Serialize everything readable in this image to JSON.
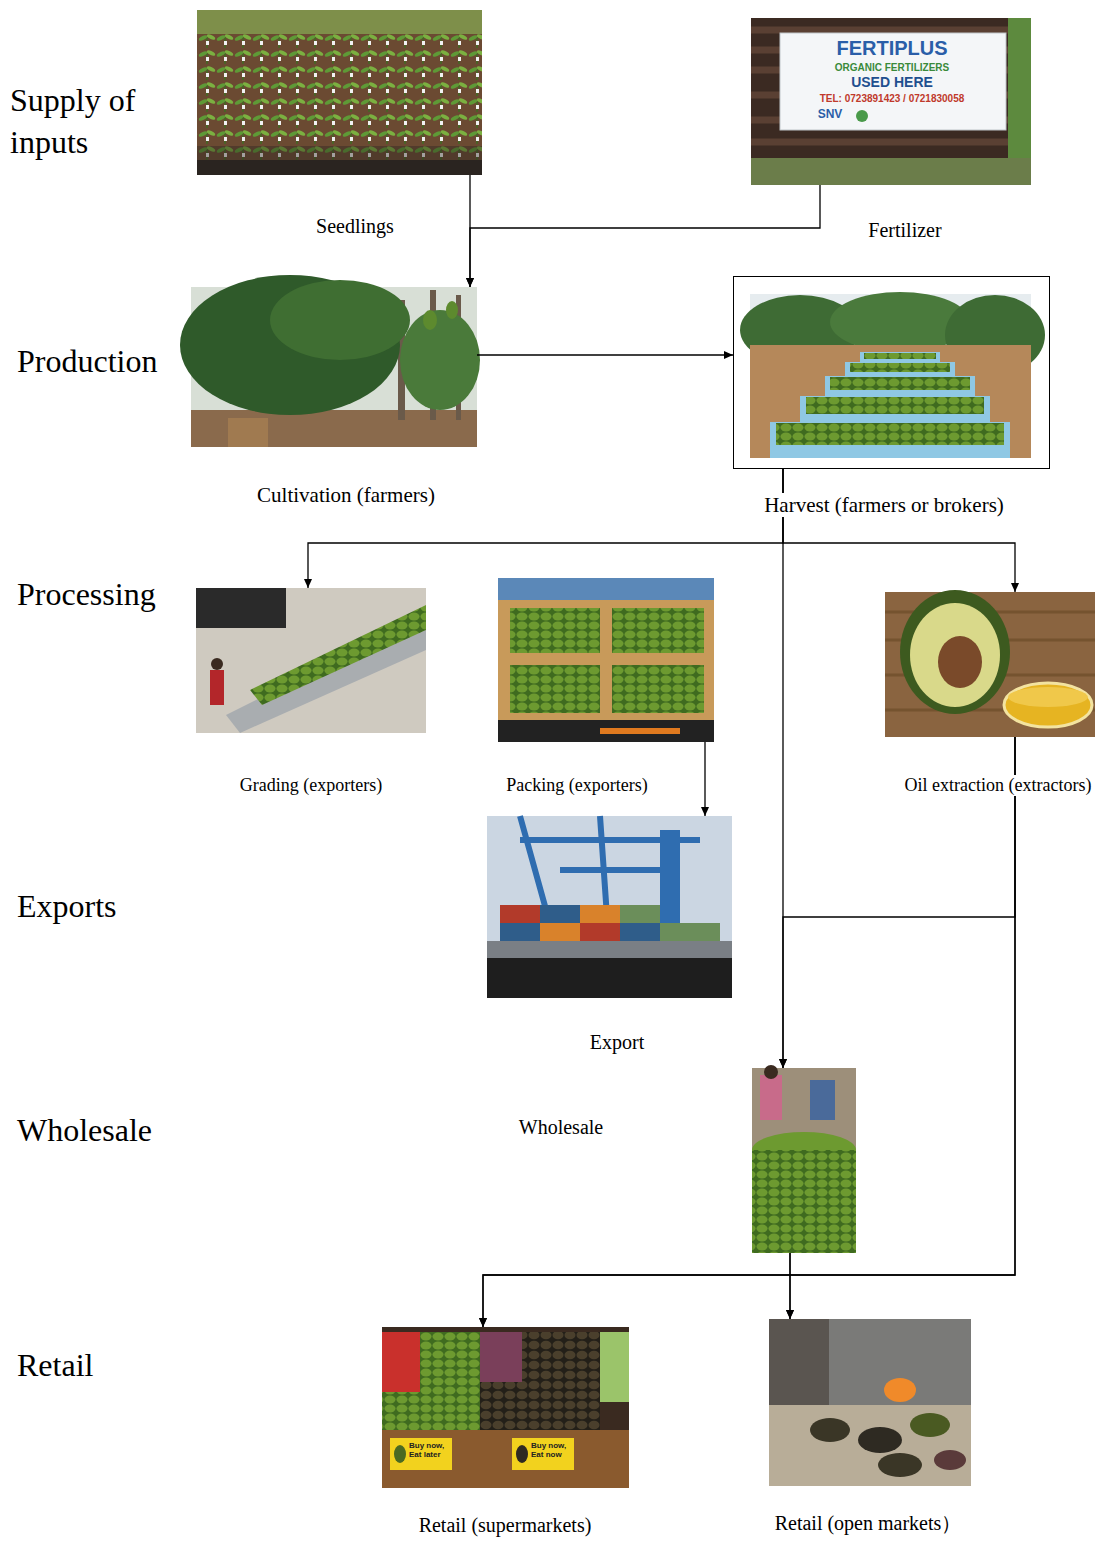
{
  "diagram": {
    "nodes": [
      {
        "text": [
          "Seedlings"
        ]
      },
      {
        "text": [
          "Fertilizer"
        ]
      },
      {
        "text": [
          "Cultivation (farmers)"
        ]
      },
      {
        "text": [
          "Harvest (farmers or brokers)"
        ]
      },
      {
        "text": [
          "Grading (exporters)"
        ]
      },
      {
        "text": [
          "Packing (exporters)"
        ]
      },
      {
        "text": [
          "Oil extraction (extractors)"
        ]
      },
      {
        "text": [
          "Export"
        ]
      },
      {
        "text": [
          "Wholesale"
        ]
      },
      {
        "text": [
          "Retail (supermarkets)"
        ]
      },
      {
        "text": [
          "Retail (open markets）"
        ]
      }
    ],
    "edges": [
      {
        "from": 0,
        "to": 2,
        "arrow": "to"
      },
      {
        "from": 1,
        "to": 2,
        "arrow": "to"
      },
      {
        "from": 2,
        "to": 3,
        "arrow": "to"
      },
      {
        "from": 3,
        "to": 4,
        "arrow": "to"
      },
      {
        "from": 3,
        "to": 6,
        "arrow": "to"
      },
      {
        "from": 3,
        "to": 8,
        "arrow": "to"
      },
      {
        "from": 5,
        "to": 7,
        "arrow": "to"
      },
      {
        "from": 6,
        "to": 8,
        "arrow": "to"
      },
      {
        "from": 6,
        "to": 9,
        "arrow": "to"
      },
      {
        "from": 6,
        "to": 10,
        "arrow": "to"
      },
      {
        "from": 8,
        "to": 9,
        "arrow": "to"
      },
      {
        "from": 8,
        "to": 10,
        "arrow": "to"
      }
    ],
    "labels": [
      "Supply of inputs",
      "Production",
      "Processing",
      "Exports",
      "Wholesale",
      "Retail",
      "FERTIPLUS",
      "ORGANIC FERTILIZERS",
      "USED HERE",
      "TEL: 0723891423 / 0721830058",
      "SNV",
      "Buy now, Eat later",
      "Buy now, Eat now"
    ]
  }
}
